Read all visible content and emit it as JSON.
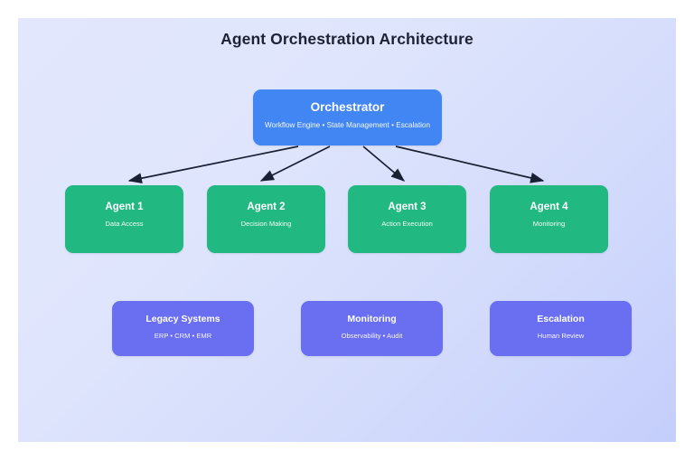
{
  "diagram": {
    "title": "Agent Orchestration Architecture",
    "colors": {
      "background_start": "#e2e7fd",
      "background_end": "#c4cefb",
      "orchestrator": "#4286f4",
      "agent": "#22b881",
      "service": "#6a6ef0",
      "title_text": "#1e2235",
      "arrow": "#1a2033"
    },
    "orchestrator": {
      "title": "Orchestrator",
      "subtitle": "Workflow Engine • State Management • Escalation"
    },
    "agents": [
      {
        "title": "Agent 1",
        "subtitle": "Data Access"
      },
      {
        "title": "Agent 2",
        "subtitle": "Decision Making"
      },
      {
        "title": "Agent 3",
        "subtitle": "Action Execution"
      },
      {
        "title": "Agent 4",
        "subtitle": "Monitoring"
      }
    ],
    "services": [
      {
        "title": "Legacy Systems",
        "subtitle": "ERP • CRM • EMR"
      },
      {
        "title": "Monitoring",
        "subtitle": "Observability • Audit"
      },
      {
        "title": "Escalation",
        "subtitle": "Human Review"
      }
    ],
    "connections": [
      {
        "from": "Orchestrator",
        "to": "Agent 1"
      },
      {
        "from": "Orchestrator",
        "to": "Agent 2"
      },
      {
        "from": "Orchestrator",
        "to": "Agent 3"
      },
      {
        "from": "Orchestrator",
        "to": "Agent 4"
      }
    ]
  }
}
